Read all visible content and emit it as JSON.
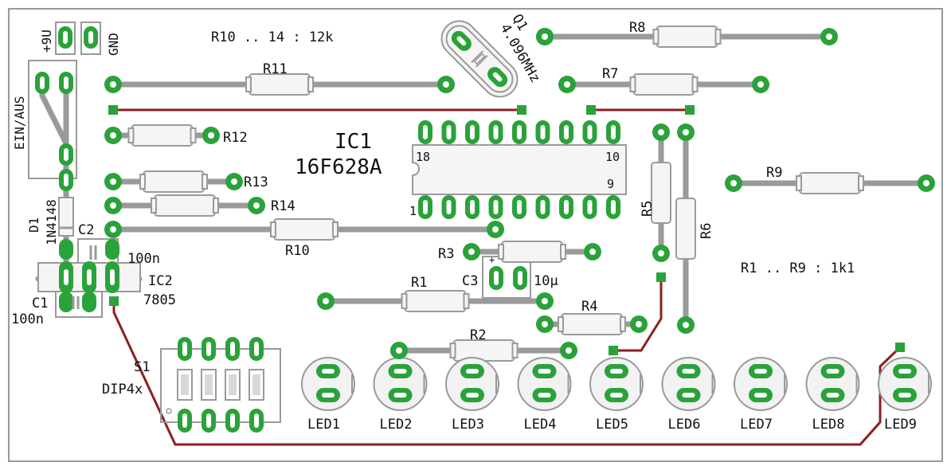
{
  "labels": {
    "plus9v": "+9U",
    "gnd": "GND",
    "ein_aus": "EIN/AUS",
    "d1": "D1",
    "d1_part": "1N4148",
    "c1": "C1",
    "c1_val": "100n",
    "c2": "C2",
    "c2_val": "100n",
    "ic2": "IC2",
    "ic2_part": "7805",
    "s1": "S1",
    "s1_part": "DIP4x",
    "r_note_top": "R10 .. 14 : 12k",
    "r_note_right": "R1 .. R9 : 1k1",
    "ic1": "IC1",
    "ic1_part": "16F628A",
    "pin18": "18",
    "pin10": "10",
    "pin1": "1",
    "pin9": "9",
    "q1": "Q1",
    "q1_freq": "4.096MHz",
    "c3": "C3",
    "c3_val": "10µ",
    "r1": "R1",
    "r2": "R2",
    "r3": "R3",
    "r4": "R4",
    "r5": "R5",
    "r6": "R6",
    "r7": "R7",
    "r8": "R8",
    "r9": "R9",
    "r10": "R10",
    "r11": "R11",
    "r12": "R12",
    "r13": "R13",
    "r14": "R14",
    "leds": [
      "LED1",
      "LED2",
      "LED3",
      "LED4",
      "LED5",
      "LED6",
      "LED7",
      "LED8",
      "LED9"
    ]
  },
  "colors": {
    "pad": "#2aa23a",
    "track": "#9a9a9a",
    "wire": "#8b2020"
  }
}
